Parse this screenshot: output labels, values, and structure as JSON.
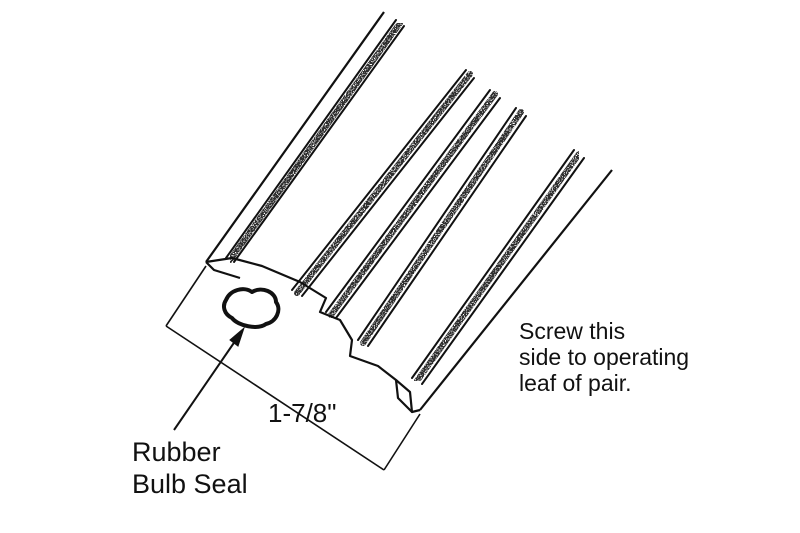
{
  "annotations": {
    "screw_note": [
      "Screw this",
      "side to operating",
      "leaf of pair."
    ],
    "dimension": "1-7/8\"",
    "callout": [
      "Rubber",
      "Bulb Seal"
    ]
  },
  "colors": {
    "ink": "#111111",
    "background": "#ffffff"
  }
}
